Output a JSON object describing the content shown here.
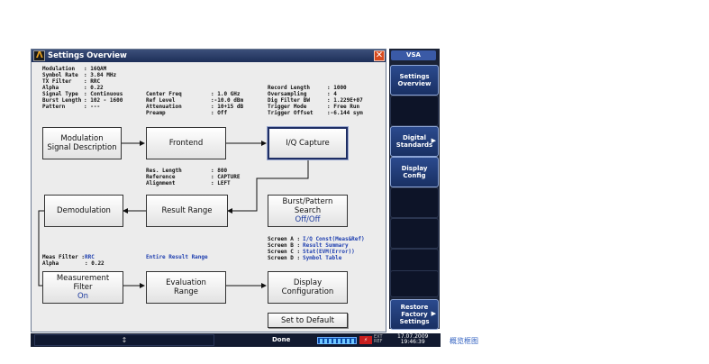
{
  "window": {
    "title": "Settings Overview"
  },
  "info": {
    "modulation": {
      "k": "Modulation",
      "v": ": 16QAM"
    },
    "symbol_rate": {
      "k": "Symbol Rate",
      "v": ": 3.84 MHz"
    },
    "tx_filter": {
      "k": "TX Filter",
      "v": ": RRC"
    },
    "alpha": {
      "k": "Alpha",
      "v": ": 0.22"
    },
    "signal_type": {
      "k": "Signal Type",
      "v": ": Continuous"
    },
    "burst_length": {
      "k": "Burst Length",
      "v": ": 102 - 1600"
    },
    "pattern": {
      "k": "Pattern",
      "v": ": ---"
    },
    "center_freq": {
      "k": "Center Freq",
      "v": ": 1.0 GHz"
    },
    "ref_level": {
      "k": "Ref Level",
      "v": ":-10.0 dBm"
    },
    "attenuation": {
      "k": "Attenuation",
      "v": ": 10+15 dB"
    },
    "preamp": {
      "k": "Preamp",
      "v": ": Off"
    },
    "record_length": {
      "k": "Record Length",
      "v": ": 1000"
    },
    "oversampling": {
      "k": "Oversampling",
      "v": ": 4"
    },
    "dig_filter_bw": {
      "k": "Dig Filter BW",
      "v": ": 1.229E+07"
    },
    "trigger_mode": {
      "k": "Trigger Mode",
      "v": ": Free Run"
    },
    "trigger_offset": {
      "k": "Trigger Offset",
      "v": ":-6.144 sym"
    },
    "res_length": {
      "k": "Res. Length",
      "v": ": 800"
    },
    "reference": {
      "k": "Reference",
      "v": ": CAPTURE"
    },
    "alignment": {
      "k": "Alignment",
      "v": ": LEFT"
    },
    "screen_a": {
      "k": "Screen A :",
      "v": "I/Q Const(Meas&Ref)"
    },
    "screen_b": {
      "k": "Screen B :",
      "v": "Result Summary"
    },
    "screen_c": {
      "k": "Screen C :",
      "v": "Stat(EVM(Error))"
    },
    "screen_d": {
      "k": "Screen D :",
      "v": "Symbol Table"
    },
    "meas_filter": {
      "k": "Meas Filter :",
      "v": "RRC"
    },
    "meas_alpha": {
      "k": "Alpha",
      "v": ": 0.22"
    },
    "entire_range": "Entire Result Range"
  },
  "blocks": {
    "modulation": {
      "line1": "Modulation",
      "line2": "Signal Description"
    },
    "frontend": {
      "label": "Frontend"
    },
    "iq_capture": {
      "label": "I/Q Capture"
    },
    "result_range": {
      "label": "Result Range"
    },
    "demodulation": {
      "label": "Demodulation"
    },
    "burst_search": {
      "line1": "Burst/Pattern",
      "line2": "Search",
      "state": "Off/Off"
    },
    "meas_filter": {
      "line1": "Measurement",
      "line2": "Filter",
      "state": "On"
    },
    "eval_range": {
      "line1": "Evaluation",
      "line2": "Range"
    },
    "display_config": {
      "line1": "Display",
      "line2": "Configuration"
    },
    "set_default": {
      "label": "Set to Default"
    }
  },
  "softkeys": {
    "vsa": "VSA",
    "settings_overview": [
      "Settings",
      "Overview"
    ],
    "digital_standards": [
      "Digital",
      "Standards"
    ],
    "display_config": [
      "Display",
      "Config"
    ],
    "restore_factory": [
      "Restore",
      "Factory",
      "Settings"
    ]
  },
  "status": {
    "selector_glyph": "↕",
    "done": "Done",
    "ext_ref": [
      "EXT",
      "REF"
    ],
    "date": "17.07.2009",
    "time": "19:46:39",
    "power": "⚡"
  },
  "caption": "概览框图",
  "icons": {
    "close": "close-icon",
    "app": "app-logo-icon",
    "chevron": "chevron-right-icon",
    "progress": "progress-bar"
  },
  "colors": {
    "title_bar": "#1d2f58",
    "panel": "#1a2236",
    "selected_border": "#1e2e64",
    "value_blue": "#1c3a9e"
  }
}
